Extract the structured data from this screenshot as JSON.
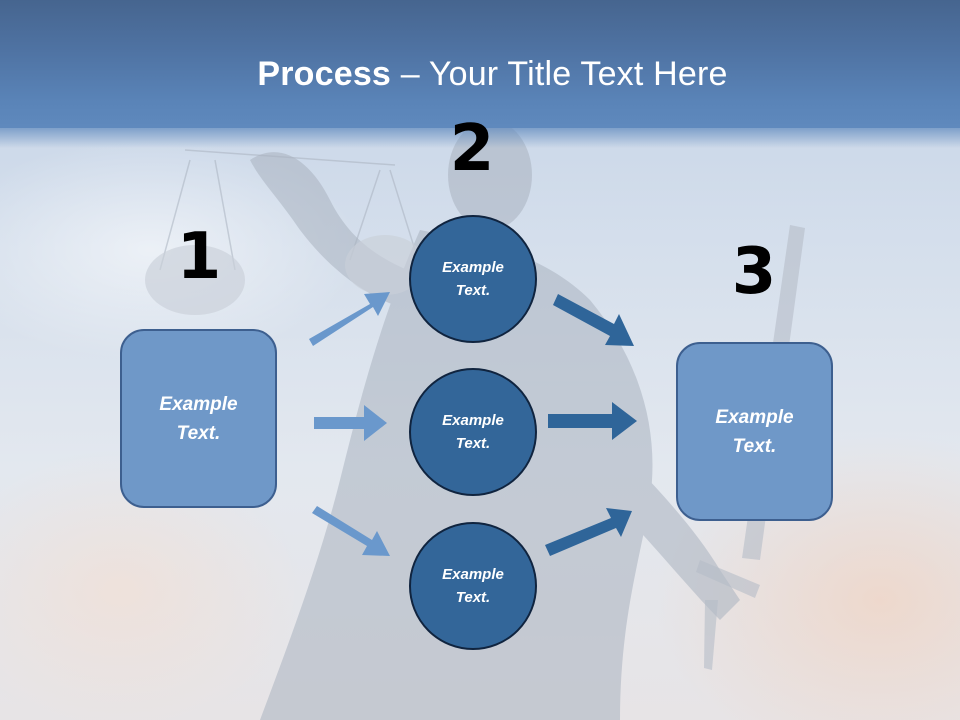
{
  "slide": {
    "title_bold": "Process",
    "title_rest": " – Your Title Text Here",
    "colors": {
      "header_top": "#46658f",
      "header_bottom": "#5f89bd",
      "box_fill": "#6f98c8",
      "box_border": "#3d5f8f",
      "circle_fill": "#336699",
      "circle_border": "#10243f",
      "arrow_light": "#6a98cc",
      "arrow_dark": "#2f6599"
    }
  },
  "steps": {
    "step1": {
      "number": "1",
      "label": "Example Text."
    },
    "step2": {
      "number": "2",
      "circles": [
        {
          "label": "Example Text."
        },
        {
          "label": "Example Text."
        },
        {
          "label": "Example Text."
        }
      ]
    },
    "step3": {
      "number": "3",
      "label": "Example Text."
    }
  },
  "arrows": [
    {
      "name": "arrow-1-to-2-top",
      "style": "light"
    },
    {
      "name": "arrow-1-to-2-middle",
      "style": "light"
    },
    {
      "name": "arrow-1-to-2-bottom",
      "style": "light"
    },
    {
      "name": "arrow-2-to-3-top",
      "style": "dark"
    },
    {
      "name": "arrow-2-to-3-middle",
      "style": "dark"
    },
    {
      "name": "arrow-2-to-3-bottom",
      "style": "dark"
    }
  ]
}
